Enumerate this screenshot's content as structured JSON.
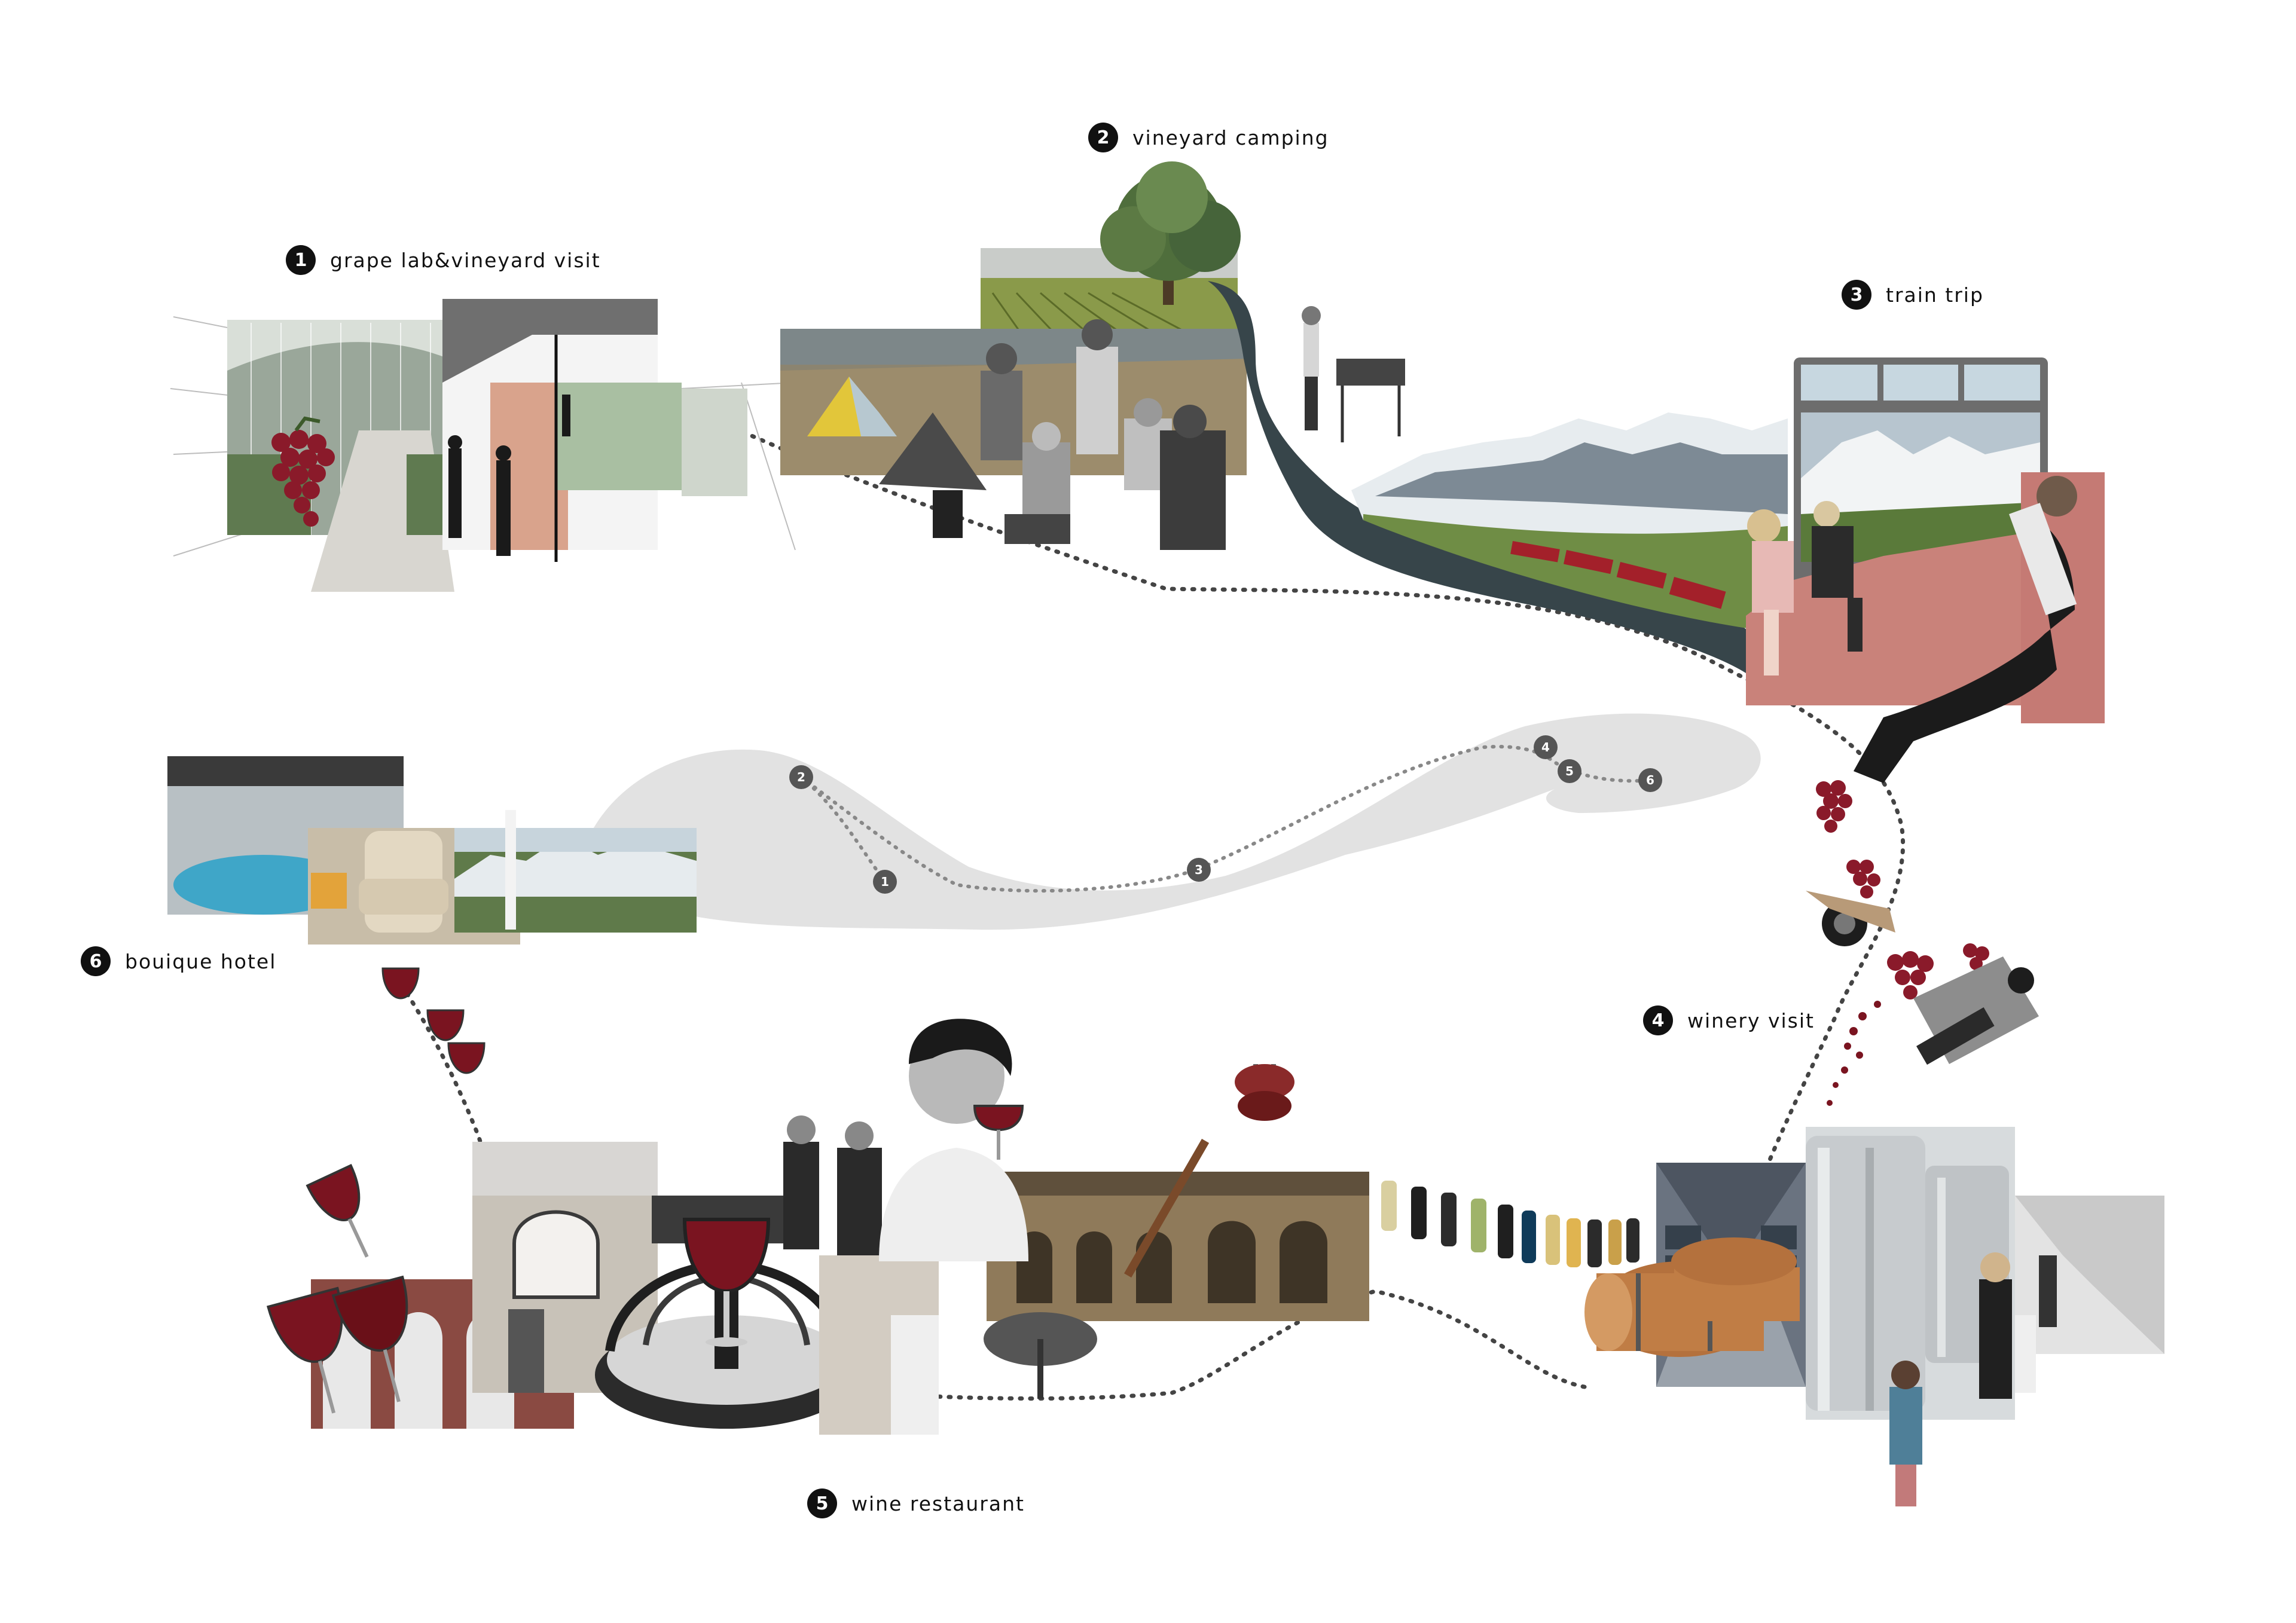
{
  "stops": [
    {
      "number": "1",
      "label": "grape lab&vineyard visit"
    },
    {
      "number": "2",
      "label": "vineyard camping"
    },
    {
      "number": "3",
      "label": "train trip"
    },
    {
      "number": "4",
      "label": "winery visit"
    },
    {
      "number": "5",
      "label": "wine restaurant"
    },
    {
      "number": "6",
      "label": "bouique hotel"
    }
  ],
  "map_markers": [
    "1",
    "2",
    "3",
    "4",
    "5",
    "6"
  ],
  "colors": {
    "route": "#444444",
    "river": "#37454a",
    "map_shape": "#e2e2e2",
    "wine": "#7a1420",
    "grape": "#8a1a2a",
    "marker": "#555555"
  }
}
